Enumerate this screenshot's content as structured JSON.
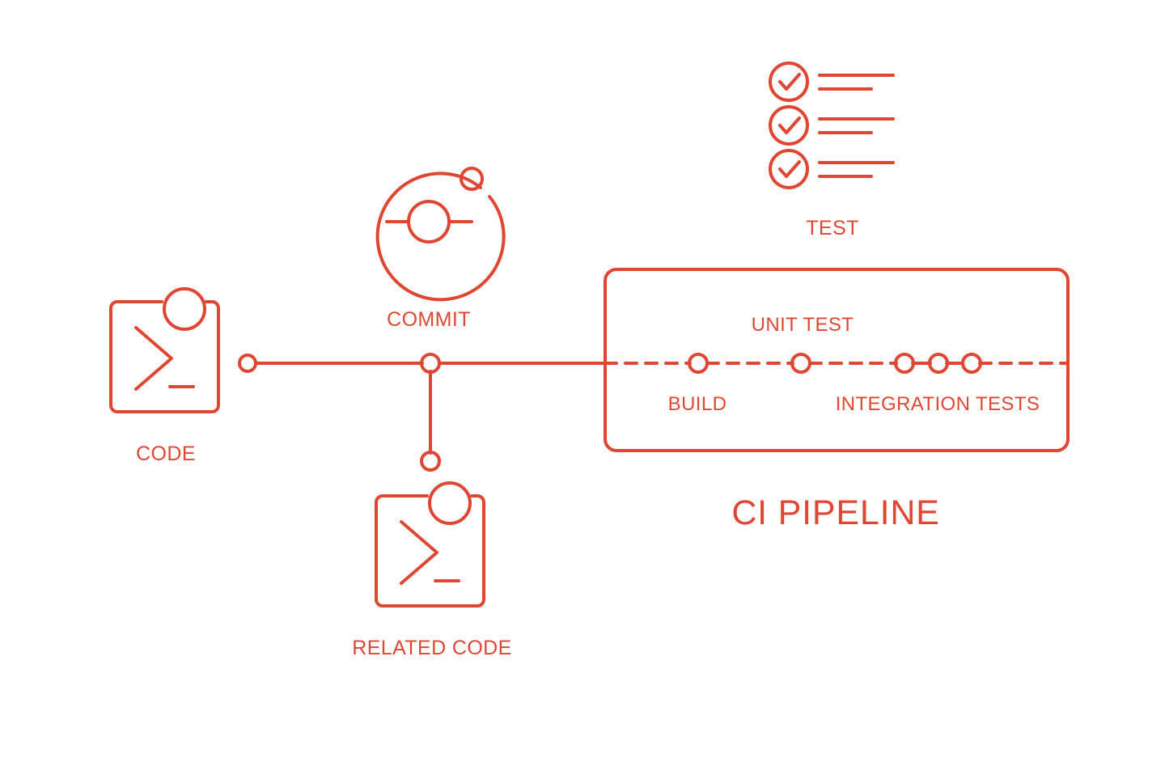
{
  "theme": {
    "accent": "#DF4733",
    "background": "#FFFFFF",
    "stroke_width": 4
  },
  "diagram": {
    "title": "CI PIPELINE",
    "nodes": {
      "code": {
        "label": "CODE",
        "icon": "terminal-code-icon"
      },
      "commit": {
        "label": "COMMIT",
        "icon": "commit-orbit-icon"
      },
      "related_code": {
        "label": "RELATED CODE",
        "icon": "terminal-code-icon"
      },
      "test": {
        "label": "TEST",
        "icon": "checklist-icon"
      }
    },
    "pipeline": {
      "box_label": "CI PIPELINE",
      "stages": [
        {
          "label": "UNIT TEST",
          "position": "above-line"
        },
        {
          "label": "BUILD",
          "position": "below-line"
        },
        {
          "label": "INTEGRATION TESTS",
          "position": "below-line"
        }
      ],
      "commit_dots": 5
    },
    "checklist": {
      "items": 3,
      "item_state": "checked"
    }
  }
}
